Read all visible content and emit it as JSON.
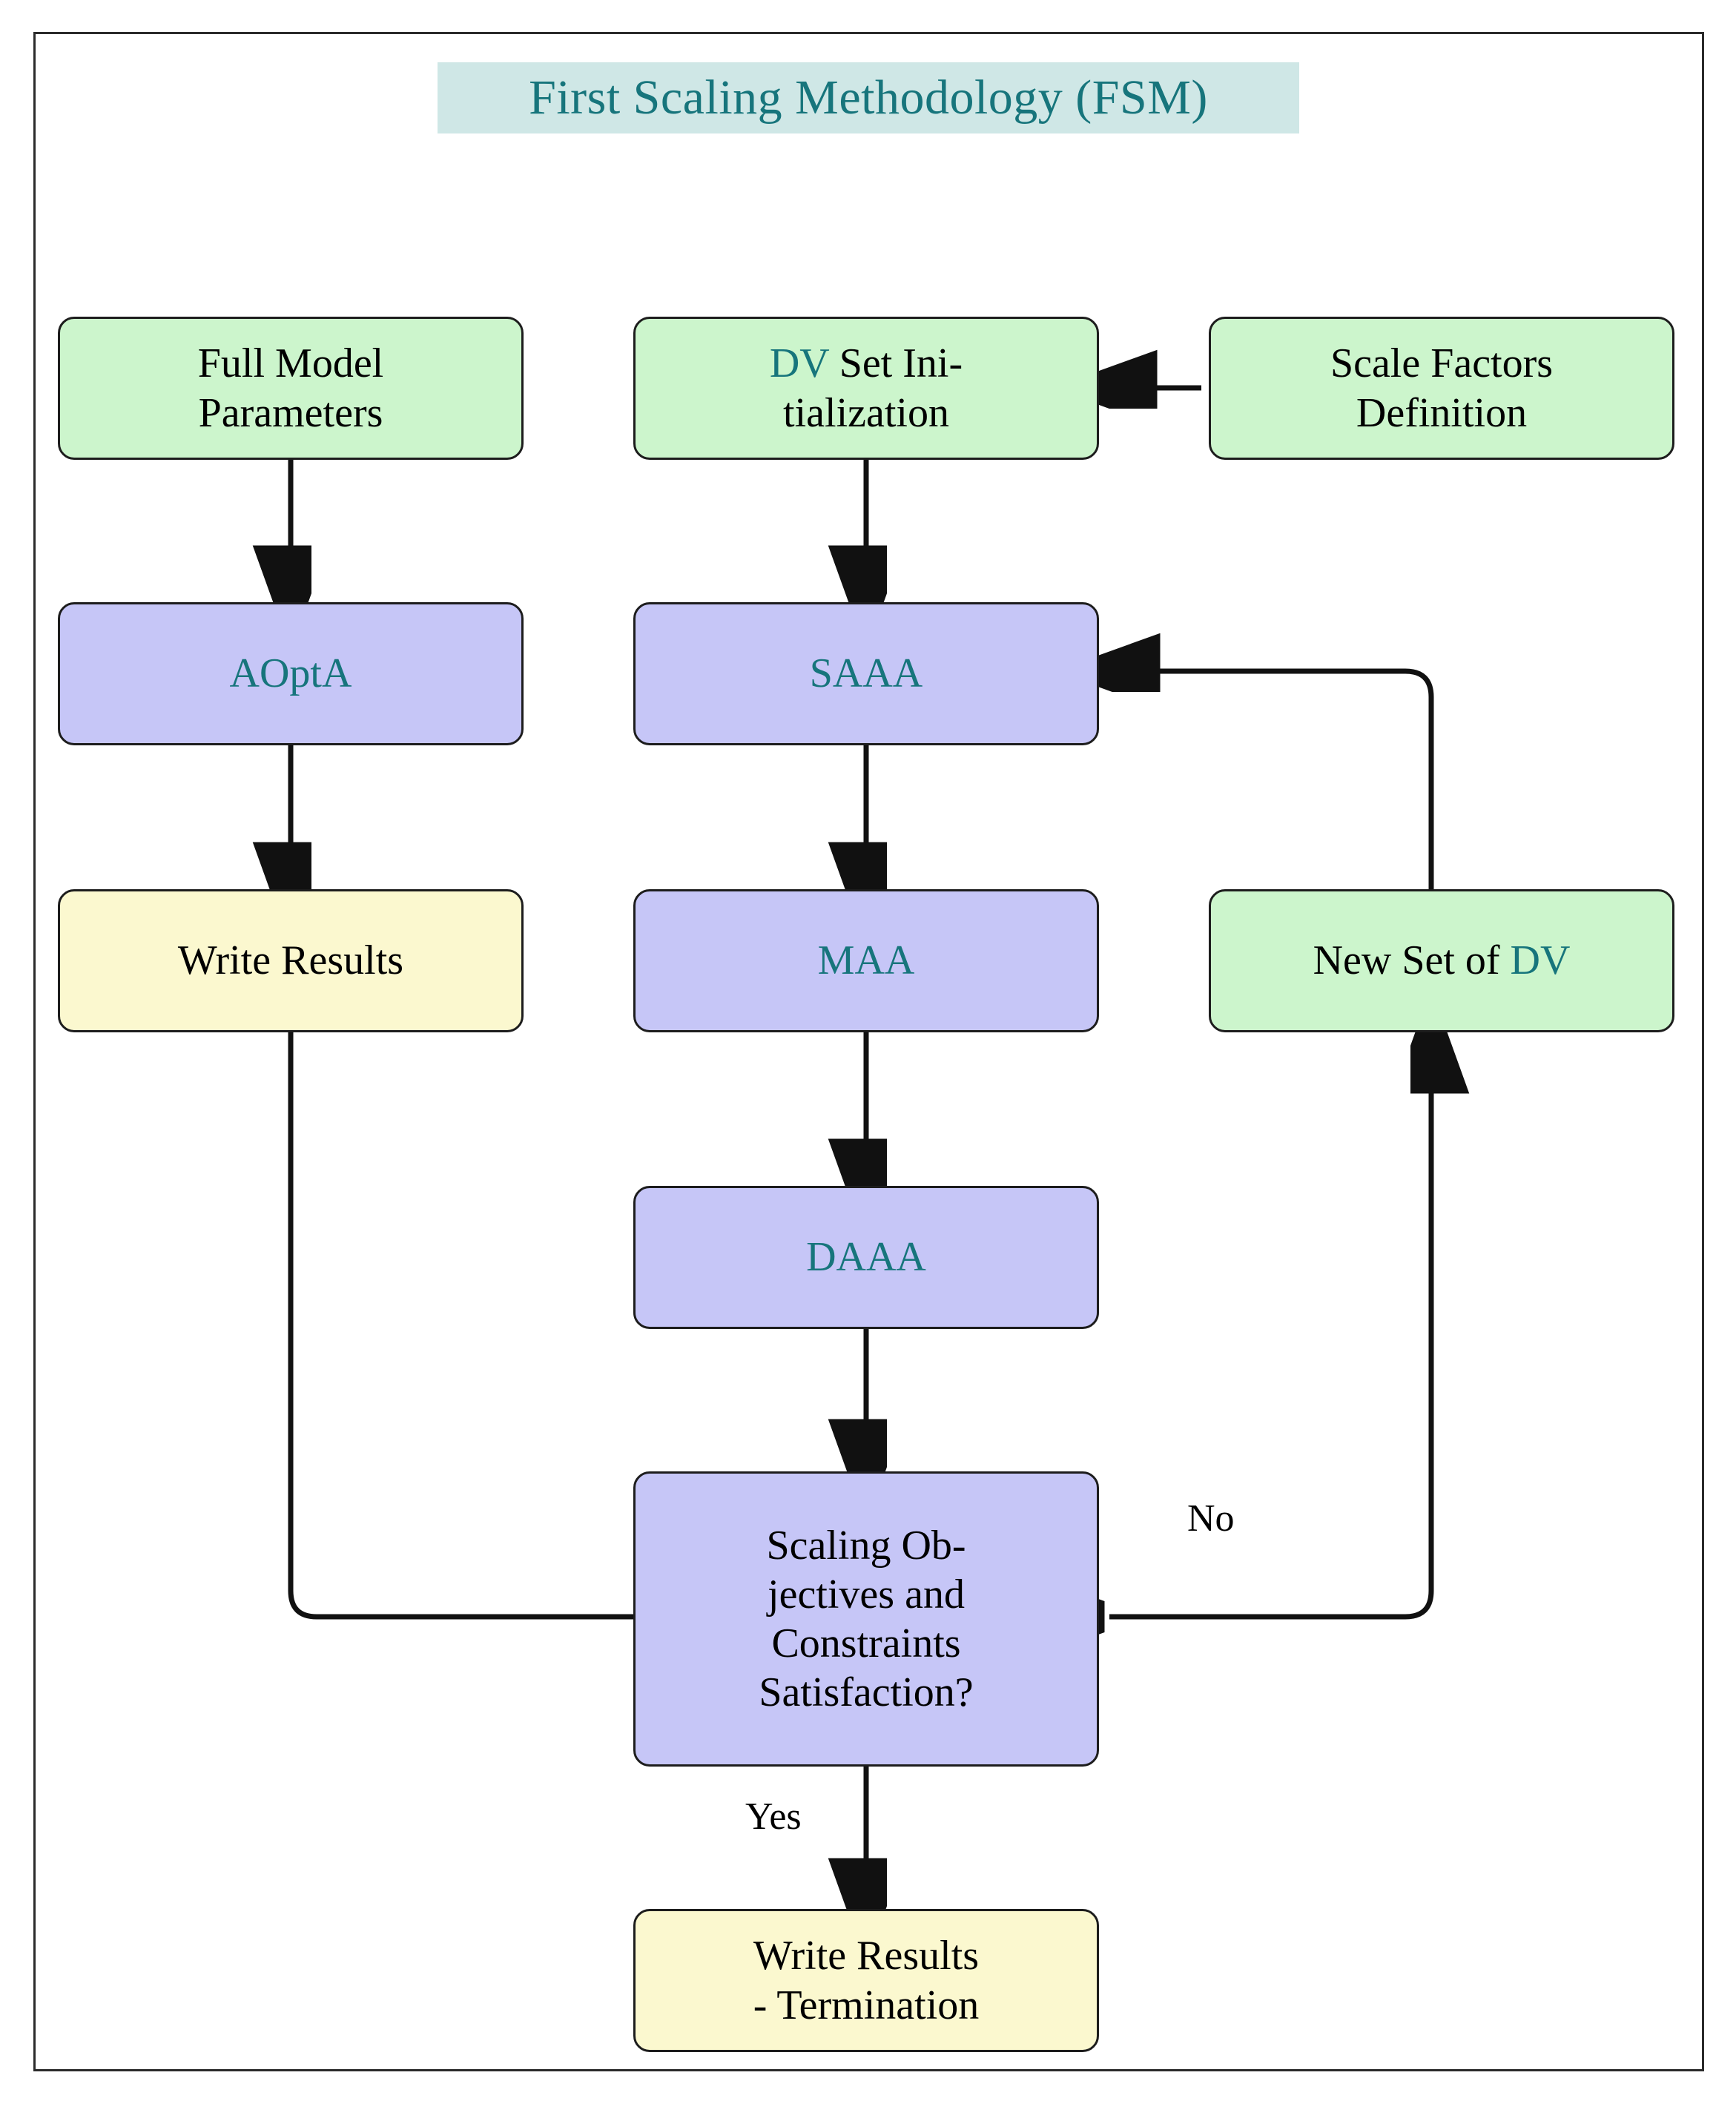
{
  "title": {
    "text": "First Scaling Methodology (FSM)",
    "color": "#17757c",
    "banner_color": "#cfe7e6"
  },
  "palette": {
    "green": "#ccf5cc",
    "purple": "#c6c6f7",
    "yellow": "#fbf8cf",
    "accent": "#17757c",
    "border": "#1d1d1d",
    "text": "#000000"
  },
  "nodes": {
    "full_model_parameters": {
      "line1": "Full Model",
      "line2": "Parameters",
      "fill": "green"
    },
    "dv_set_initialization": {
      "accent1": "DV",
      "rest1": " Set Ini-",
      "line2": "tialization",
      "fill": "green"
    },
    "scale_factors_definition": {
      "line1": "Scale Factors",
      "line2": "Definition",
      "fill": "green"
    },
    "aopta": {
      "label": "AOptA",
      "fill": "purple"
    },
    "saaa": {
      "label": "SAAA",
      "fill": "purple"
    },
    "write_results": {
      "label": "Write Results",
      "fill": "yellow"
    },
    "maa": {
      "label": "MAA",
      "fill": "purple"
    },
    "new_set_of_dv": {
      "rest1": "New Set of ",
      "accent1": "DV",
      "fill": "green"
    },
    "daaa": {
      "label": "DAAA",
      "fill": "purple"
    },
    "decision": {
      "line1": "Scaling Ob-",
      "line2": "jectives and",
      "line3": "Constraints",
      "line4": "Satisfaction?",
      "fill": "purple"
    },
    "write_results_termination": {
      "line1": "Write Results",
      "line2": "- Termination",
      "fill": "yellow"
    }
  },
  "edge_labels": {
    "no": "No",
    "yes": "Yes"
  }
}
